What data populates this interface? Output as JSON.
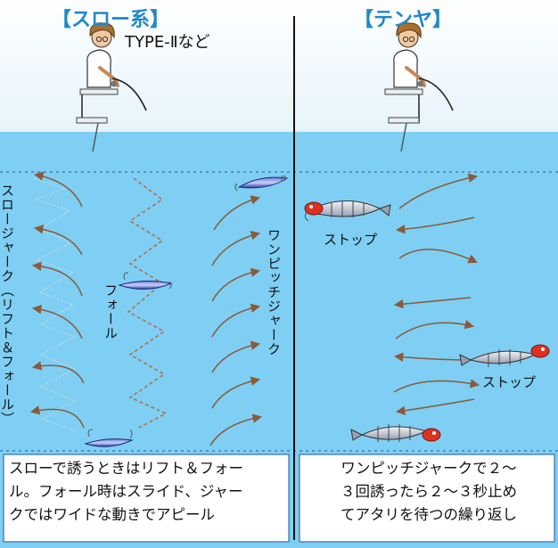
{
  "left": {
    "title": "【スロー系】",
    "model": "TYPE-Ⅱなど",
    "side_label": "スロージャーク（リフト＆フォール）",
    "fall_label": "フォール",
    "pitch_label": "ワンピッチジャーク",
    "caption_lines": [
      "スローで誘うときはリフト＆フォー",
      "ル。フォール時はスライド、ジャー",
      "クではワイドな動きでアピール"
    ]
  },
  "right": {
    "title": "【テンヤ】",
    "stop_label_1": "ストップ",
    "stop_label_2": "ストップ",
    "caption_lines": [
      "ワンピッチジャークで２～",
      "３回誘ったら２～３秒止め",
      "てアタリを待つの繰り返し"
    ]
  },
  "colors": {
    "sea": "#7ecff3",
    "title": "#1e88c8",
    "arrow": "#8a5a3a",
    "divider": "#111111"
  }
}
